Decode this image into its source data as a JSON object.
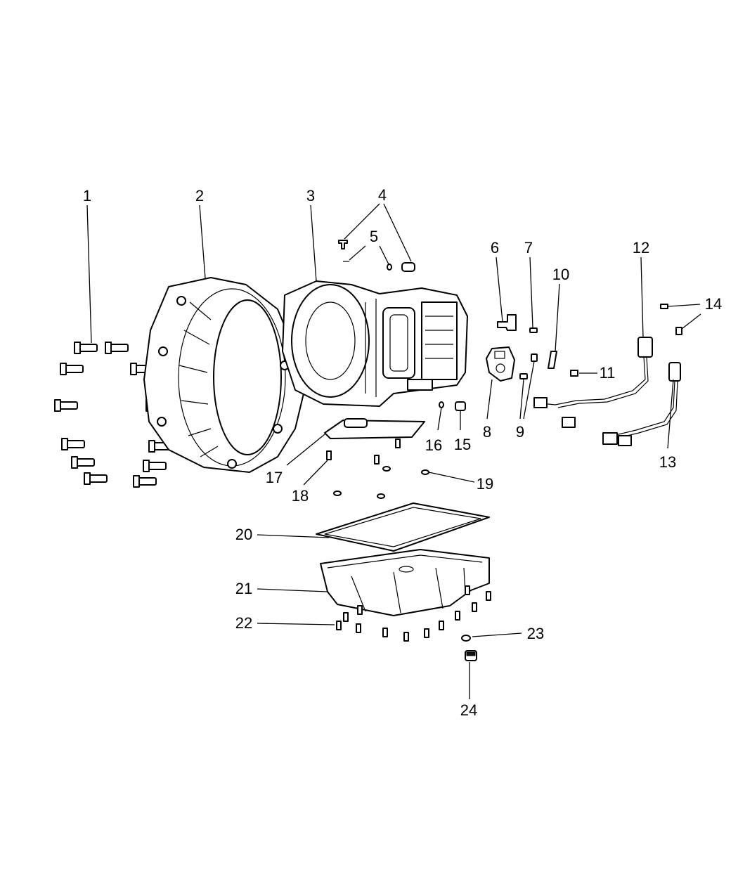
{
  "diagram": {
    "callouts": [
      {
        "id": "1",
        "label": "1"
      },
      {
        "id": "2",
        "label": "2"
      },
      {
        "id": "3",
        "label": "3"
      },
      {
        "id": "4",
        "label": "4"
      },
      {
        "id": "5",
        "label": "5"
      },
      {
        "id": "6",
        "label": "6"
      },
      {
        "id": "7",
        "label": "7"
      },
      {
        "id": "8",
        "label": "8"
      },
      {
        "id": "9",
        "label": "9"
      },
      {
        "id": "10",
        "label": "10"
      },
      {
        "id": "11",
        "label": "11"
      },
      {
        "id": "12",
        "label": "12"
      },
      {
        "id": "13",
        "label": "13"
      },
      {
        "id": "14",
        "label": "14"
      },
      {
        "id": "15",
        "label": "15"
      },
      {
        "id": "16",
        "label": "16"
      },
      {
        "id": "17",
        "label": "17"
      },
      {
        "id": "18",
        "label": "18"
      },
      {
        "id": "19",
        "label": "19"
      },
      {
        "id": "20",
        "label": "20"
      },
      {
        "id": "21",
        "label": "21"
      },
      {
        "id": "22",
        "label": "22"
      },
      {
        "id": "23",
        "label": "23"
      },
      {
        "id": "24",
        "label": "24"
      }
    ],
    "colors": {
      "ink": "#000000",
      "paper": "#ffffff"
    }
  }
}
